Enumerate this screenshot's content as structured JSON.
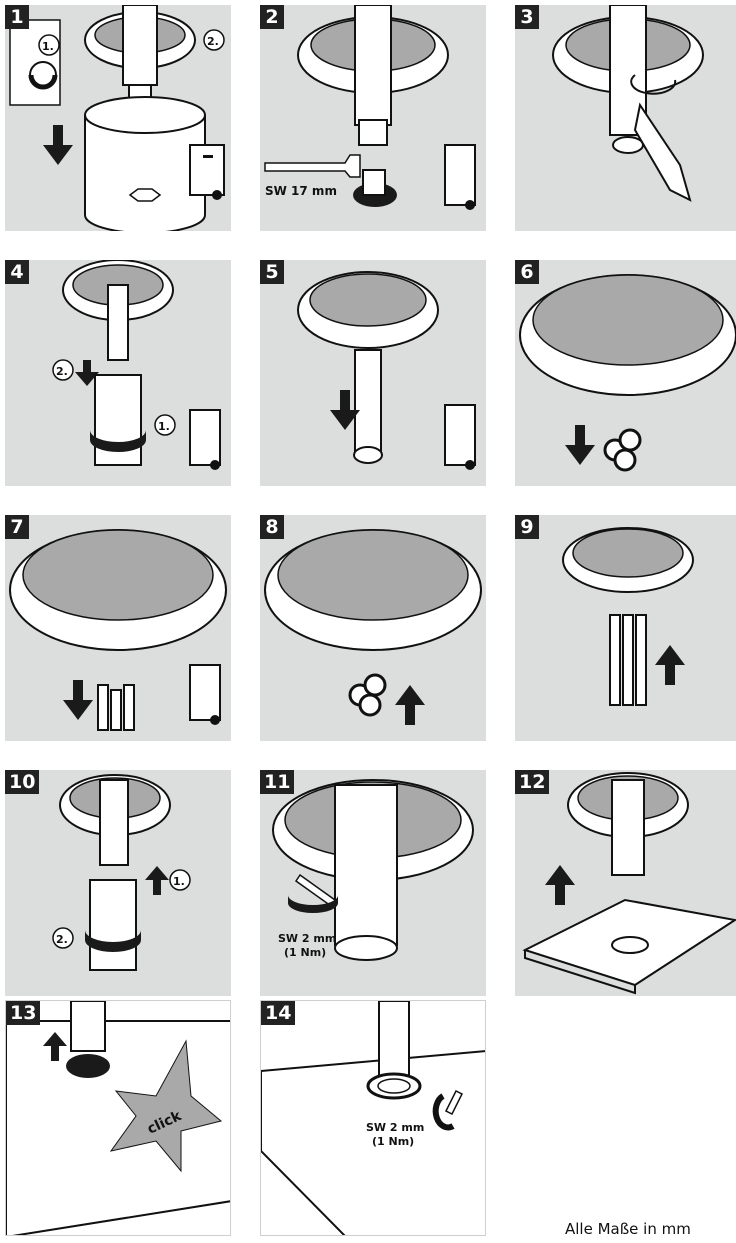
{
  "steps": [
    {
      "number": "1",
      "marks": [
        "1.",
        "2."
      ]
    },
    {
      "number": "2",
      "wrench_label": "SW 17 mm"
    },
    {
      "number": "3"
    },
    {
      "number": "4",
      "marks": [
        "2.",
        "1."
      ]
    },
    {
      "number": "5"
    },
    {
      "number": "6"
    },
    {
      "number": "7"
    },
    {
      "number": "8"
    },
    {
      "number": "9"
    },
    {
      "number": "10",
      "marks": [
        "1.",
        "2."
      ]
    },
    {
      "number": "11",
      "tool_label": "SW 2 mm",
      "torque_label": "(1 Nm)"
    },
    {
      "number": "12"
    },
    {
      "number": "13",
      "star_text": "click"
    },
    {
      "number": "14",
      "tool_label": "SW 2 mm",
      "torque_label": "(1 Nm)"
    }
  ],
  "footer": "Alle Maße in mm",
  "icons": [
    "trash-bin-icon",
    "arrow-down-icon",
    "arrow-up-icon",
    "wrench-icon",
    "screwdriver-icon",
    "hex-key-icon",
    "rotate-arrow-icon",
    "star-burst-icon"
  ],
  "colors": {
    "panel_bg": "#dcdddd",
    "badge_bg": "#222222",
    "grey_fill": "#a9a9a9",
    "dark": "#1a1a1a"
  }
}
